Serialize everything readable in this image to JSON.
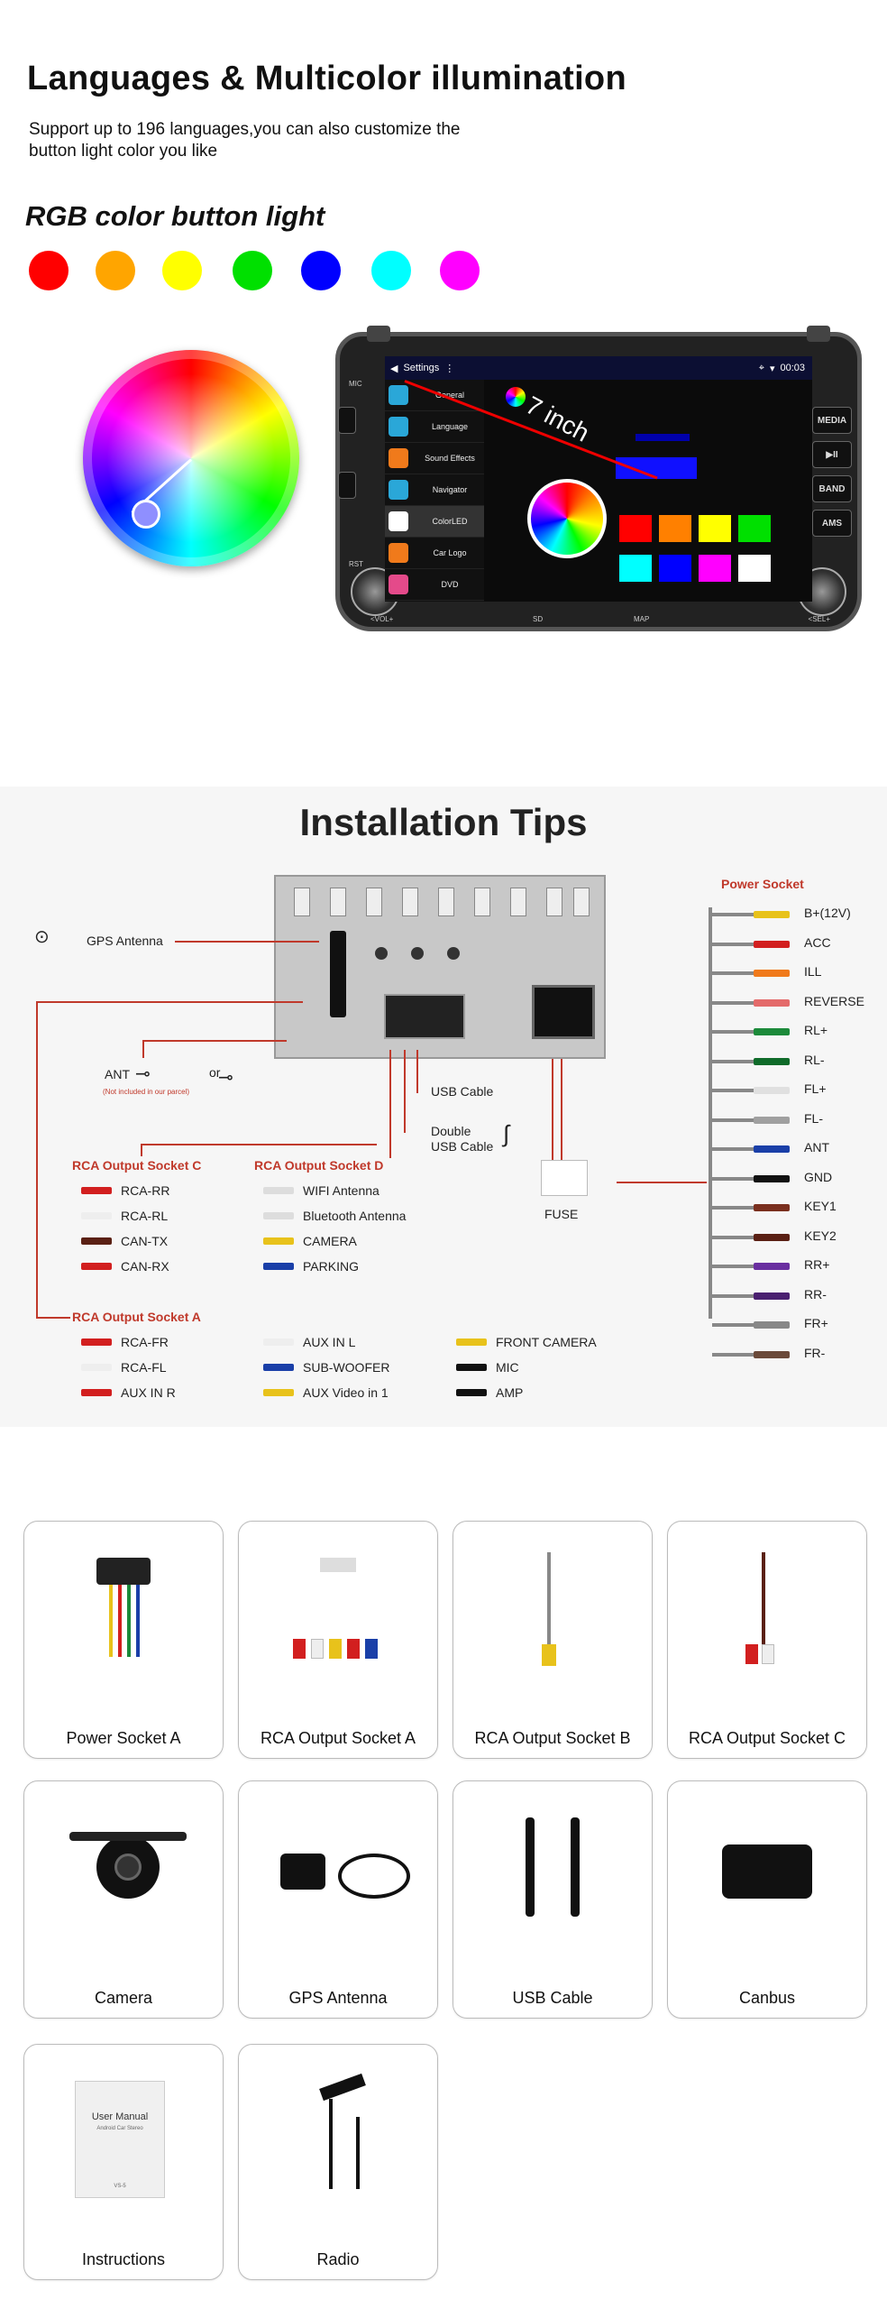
{
  "section1": {
    "title": "Languages & Multicolor illumination",
    "subtitle": "Support up to 196 languages,you can also customize the button light color you like",
    "rgb_heading": "RGB color button light",
    "colors": [
      "#ff0000",
      "#ffa500",
      "#ffff00",
      "#00e000",
      "#0000ff",
      "#00ffff",
      "#ff00ff"
    ]
  },
  "unit": {
    "side_left": {
      "mic": "MIC",
      "rst": "RST",
      "vol": "<VOL+"
    },
    "side_right": {
      "media": "MEDIA",
      "play": "▶II",
      "band": "BAND",
      "ams": "AMS",
      "sel": "<SEL+"
    },
    "bottom": {
      "left": "SD",
      "right": "MAP"
    },
    "status": {
      "title": "Settings",
      "time": "00:03"
    },
    "menu": [
      "General",
      "Language",
      "Sound Effects",
      "Navigator",
      "ColorLED",
      "Car Logo",
      "DVD"
    ],
    "inch_label": "7 inch",
    "swatches": [
      "#ff0000",
      "#ff8000",
      "#ffff00",
      "#00e000",
      "#00ffff",
      "#0000ff",
      "#ff00ff",
      "#ffffff"
    ]
  },
  "section2": {
    "title": "Installation Tips",
    "gps": "GPS Antenna",
    "ant": "ANT",
    "or": "or",
    "not_included": "(Not included in our parcel)",
    "usb_cable": "USB Cable",
    "double_usb": "Double\nUSB Cable",
    "fuse": "FUSE",
    "rca_c": {
      "title": "RCA Output Socket C",
      "items": [
        "RCA-RR",
        "RCA-RL",
        "CAN-TX",
        "CAN-RX"
      ]
    },
    "rca_d": {
      "title": "RCA Output Socket D",
      "items": [
        "WIFI Antenna",
        "Bluetooth Antenna",
        "CAMERA",
        "PARKING"
      ]
    },
    "rca_a": {
      "title": "RCA Output Socket A",
      "col1": [
        "RCA-FR",
        "RCA-FL",
        "AUX IN R"
      ],
      "col2": [
        "AUX IN L",
        "SUB-WOOFER",
        "AUX Video in 1"
      ],
      "col3": [
        "FRONT CAMERA",
        "MIC",
        "AMP"
      ]
    },
    "power_socket": {
      "title": "Power Socket",
      "items": [
        {
          "label": "B+(12V)",
          "color": "#e8c21b"
        },
        {
          "label": "ACC",
          "color": "#d21f1f"
        },
        {
          "label": "ILL",
          "color": "#f07a1b"
        },
        {
          "label": "REVERSE",
          "color": "#e46a6a"
        },
        {
          "label": "RL+",
          "color": "#1c8a3a"
        },
        {
          "label": "RL-",
          "color": "#0f6b2a"
        },
        {
          "label": "FL+",
          "color": "#e0e0e0"
        },
        {
          "label": "FL-",
          "color": "#a0a0a0"
        },
        {
          "label": "ANT",
          "color": "#1a3fa8"
        },
        {
          "label": "GND",
          "color": "#111111"
        },
        {
          "label": "KEY1",
          "color": "#7a2f1e"
        },
        {
          "label": "KEY2",
          "color": "#5a2014"
        },
        {
          "label": "RR+",
          "color": "#6a2fa0"
        },
        {
          "label": "RR-",
          "color": "#4a2070"
        },
        {
          "label": "FR+",
          "color": "#888888"
        },
        {
          "label": "FR-",
          "color": "#6b4a3a"
        }
      ]
    }
  },
  "accessories": [
    "Power Socket A",
    "RCA Output Socket A",
    "RCA Output Socket B",
    "RCA Output Socket C",
    "Camera",
    "GPS Antenna",
    "USB Cable",
    "Canbus",
    "Instructions",
    "Radio"
  ],
  "manual": {
    "title": "User Manual",
    "subtitle": "Android Car Stereo",
    "code": "VS-5"
  }
}
